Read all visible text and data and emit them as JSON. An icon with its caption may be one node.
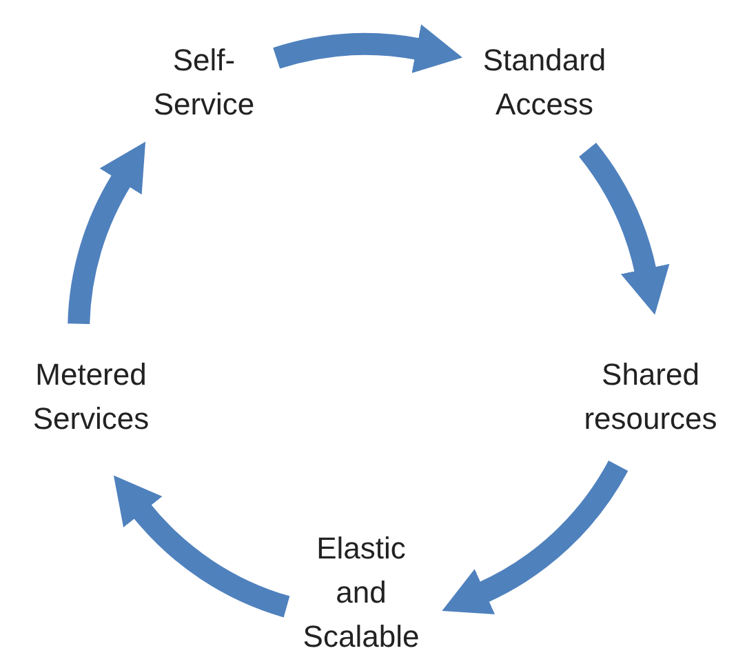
{
  "diagram": {
    "nodes": [
      {
        "text": [
          "Self- Service"
        ]
      },
      {
        "text": [
          "Standard Access"
        ]
      },
      {
        "text": [
          "Shared resources"
        ]
      },
      {
        "text": [
          "Elastic and Scalable"
        ]
      },
      {
        "text": [
          "Metered Services"
        ]
      }
    ],
    "edges": [
      {
        "from": 0,
        "to": 1,
        "arrow": "to"
      },
      {
        "from": 1,
        "to": 2,
        "arrow": "to"
      },
      {
        "from": 2,
        "to": 3,
        "arrow": "to"
      },
      {
        "from": 3,
        "to": 4,
        "arrow": "to"
      },
      {
        "from": 4,
        "to": 0,
        "arrow": "to"
      }
    ]
  }
}
